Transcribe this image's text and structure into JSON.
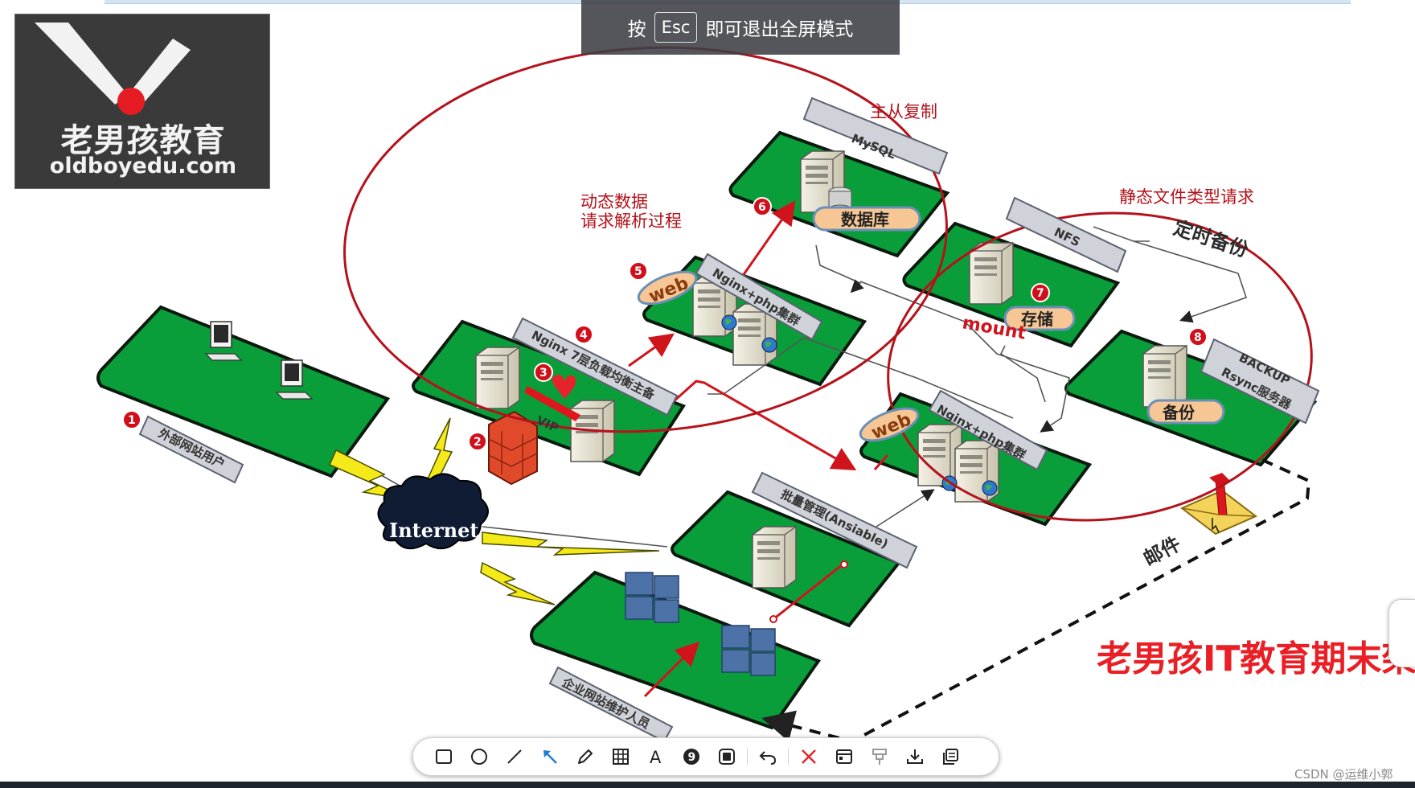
{
  "banner": {
    "press": "按",
    "key": "Esc",
    "message": "即可退出全屏模式"
  },
  "logo": {
    "cn": "老男孩教育",
    "en": "oldboyedu.com"
  },
  "diagram": {
    "annotations": {
      "replication": "主从复制",
      "dynamic_line1": "动态数据",
      "dynamic_line2": "请求解析过程",
      "static": "静态文件类型请求",
      "backup_timer": "定时备份",
      "mount": "mount",
      "mail": "邮件",
      "title": "老男孩IT教育期末架"
    },
    "tags": {
      "mysql": "MySQL",
      "nfs": "NFS",
      "nginx_php_1": "Nginx+php集群",
      "nginx_php_2": "Nginx+php集群",
      "lb": "Nginx 7层负载均衡主备",
      "backup": "BACKUP",
      "rsync": "Rsync服务器",
      "ansible": "批量管理(Ansiable)",
      "users": "外部网站用户",
      "ops": "企业网站维护人员"
    },
    "pills": {
      "db": "数据库",
      "storage": "存储",
      "backup": "备份"
    },
    "web_labels": [
      "web",
      "web"
    ],
    "vip": "VIP",
    "internet": "Internet",
    "badges": [
      "1",
      "2",
      "3",
      "4",
      "5",
      "6",
      "7",
      "8"
    ]
  },
  "toolbar": {
    "tools": [
      {
        "name": "rectangle-tool-icon"
      },
      {
        "name": "ellipse-tool-icon"
      },
      {
        "name": "line-tool-icon"
      },
      {
        "name": "arrow-tool-icon",
        "active": true
      },
      {
        "name": "pen-tool-icon"
      },
      {
        "name": "mosaic-tool-icon"
      },
      {
        "name": "text-tool-icon",
        "glyph": "A"
      },
      {
        "name": "number-tool-icon",
        "glyph": "9"
      },
      {
        "name": "shape-tool-icon"
      },
      {
        "name": "undo-icon"
      },
      {
        "name": "cancel-icon"
      },
      {
        "name": "window-icon"
      },
      {
        "name": "pin-icon"
      },
      {
        "name": "download-icon"
      },
      {
        "name": "copy-icon"
      }
    ]
  },
  "watermark": "CSDN @运维小郭",
  "colors": {
    "pad": "#0a9e3b",
    "annotation": "#b5121b",
    "title": "#ea1f25",
    "banner_bg": "#3c3f44",
    "accent": "#1d7cd6"
  }
}
